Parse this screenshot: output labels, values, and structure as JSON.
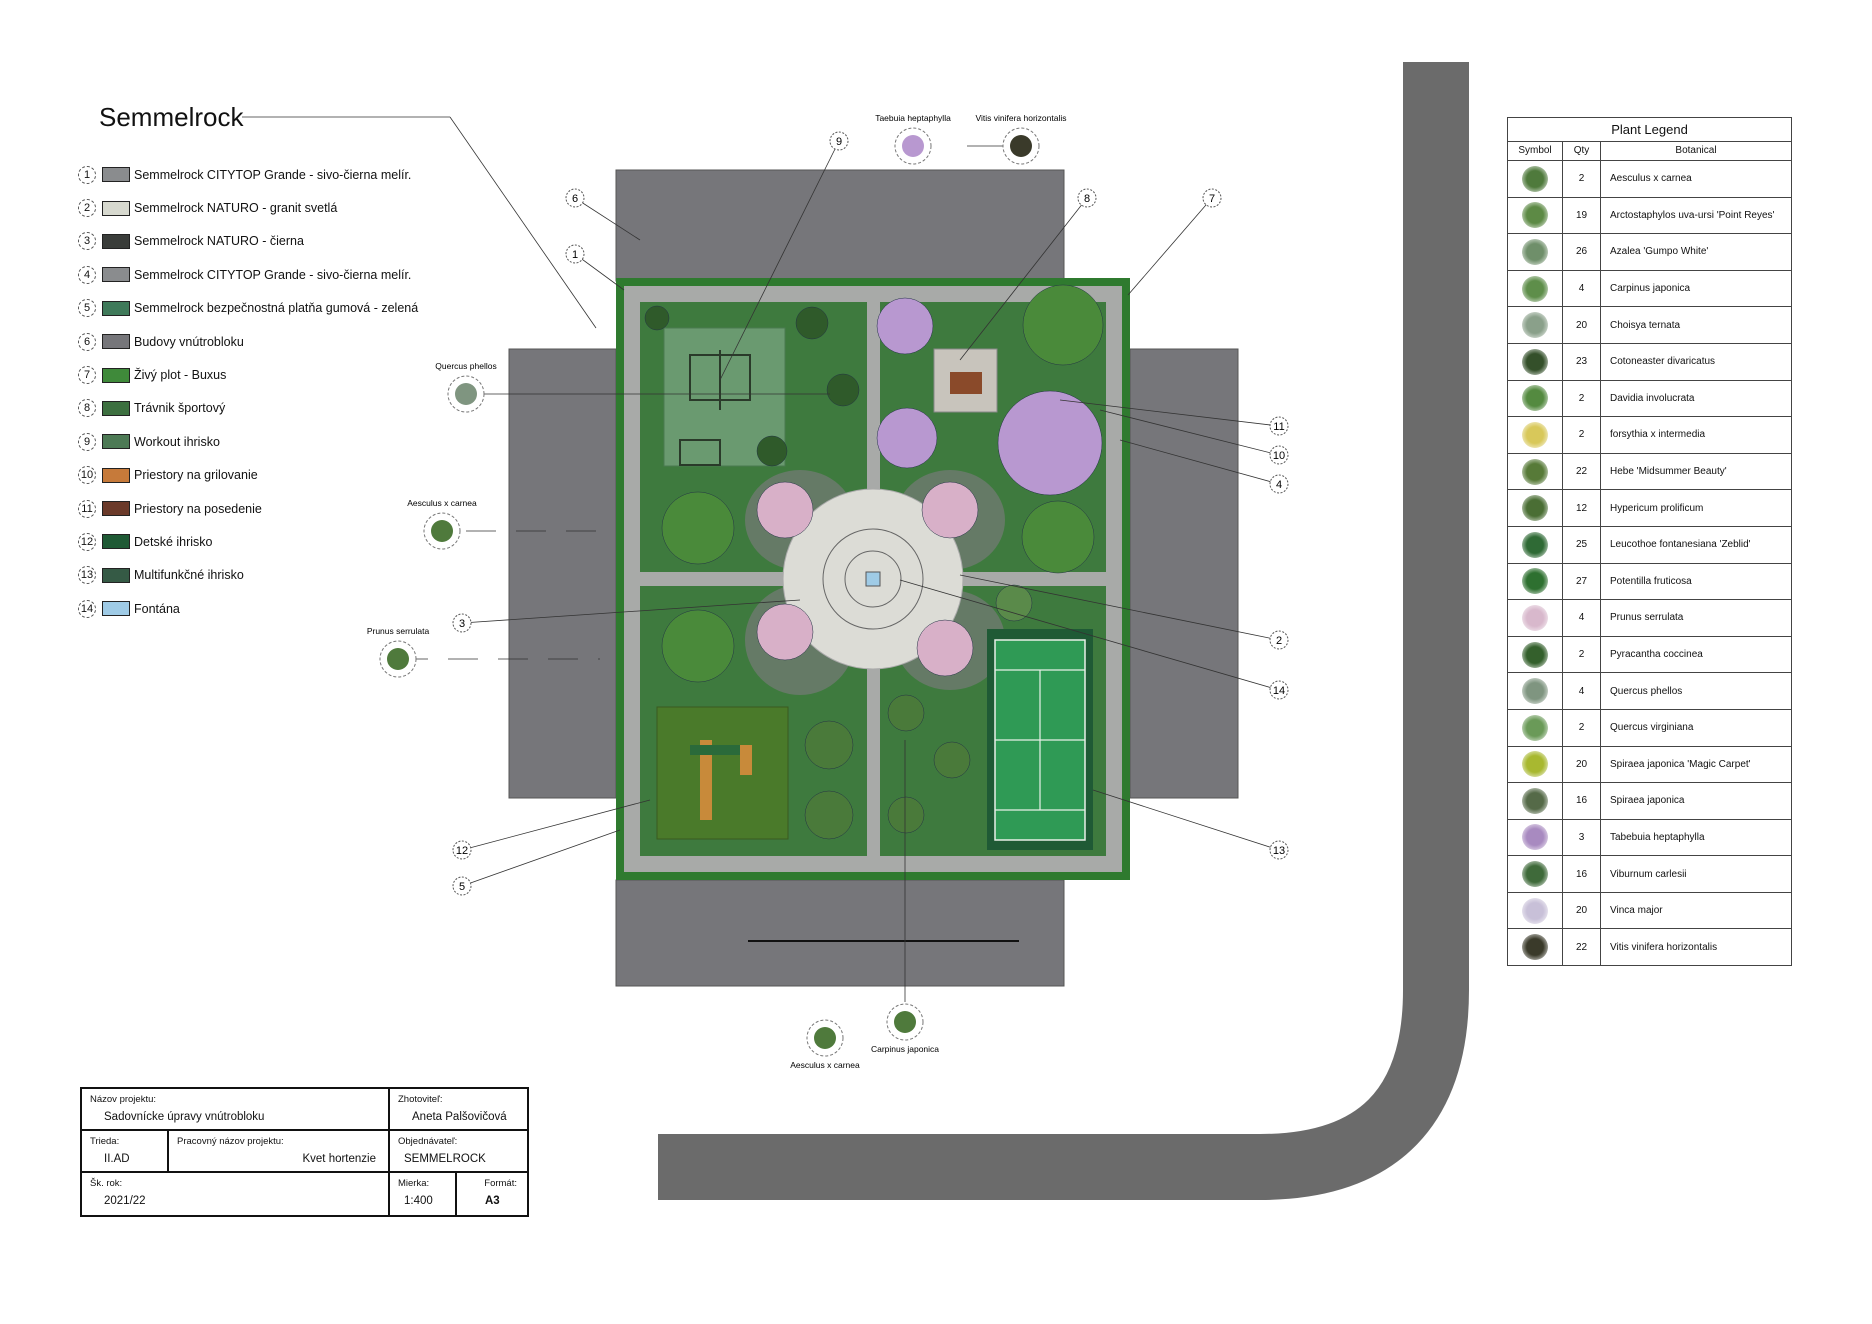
{
  "title": "Semmelrock",
  "materials": [
    {
      "n": "1",
      "label": "Semmelrock CITYTOP Grande - sivo-čierna melír.",
      "color": "#8a8c8e"
    },
    {
      "n": "2",
      "label": "Semmelrock NATURO - granit svetlá",
      "color": "#d7d9cf"
    },
    {
      "n": "3",
      "label": "Semmelrock NATURO - čierna",
      "color": "#3a3d3a"
    },
    {
      "n": "4",
      "label": "Semmelrock CITYTOP Grande - sivo-čierna melír.",
      "color": "#8a8c8e"
    },
    {
      "n": "5",
      "label": "Semmelrock bezpečnostná platňa gumová - zelená",
      "color": "#3f7a5a"
    },
    {
      "n": "6",
      "label": "Budovy vnútrobloku",
      "color": "#76767a"
    },
    {
      "n": "7",
      "label": "Živý plot - Buxus",
      "color": "#3f8a3a"
    },
    {
      "n": "8",
      "label": "Trávnik športový",
      "color": "#3d7040"
    },
    {
      "n": "9",
      "label": "Workout ihrisko",
      "color": "#4d7a55"
    },
    {
      "n": "10",
      "label": "Priestory na grilovanie",
      "color": "#c67a3a"
    },
    {
      "n": "11",
      "label": "Priestory na posedenie",
      "color": "#6b3a2a"
    },
    {
      "n": "12",
      "label": "Detské ihrisko",
      "color": "#1f5a35"
    },
    {
      "n": "13",
      "label": "Multifunkčné ihrisko",
      "color": "#355a45"
    },
    {
      "n": "14",
      "label": "Fontána",
      "color": "#9fcbe6"
    }
  ],
  "plant_legend": {
    "title": "Plant Legend",
    "headers": {
      "symbol": "Symbol",
      "qty": "Qty",
      "botanical": "Botanical"
    },
    "rows": [
      {
        "qty": "2",
        "name": "Aesculus x carnea",
        "color": "#4f7a3c"
      },
      {
        "qty": "19",
        "name": "Arctostaphylos uva-ursi 'Point Reyes'",
        "color": "#5d8a45"
      },
      {
        "qty": "26",
        "name": "Azalea 'Gumpo White'",
        "color": "#6f8f6a"
      },
      {
        "qty": "4",
        "name": "Carpinus japonica",
        "color": "#5e8e4a"
      },
      {
        "qty": "20",
        "name": "Choisya ternata",
        "color": "#8aa08a"
      },
      {
        "qty": "23",
        "name": "Cotoneaster divaricatus",
        "color": "#34502a"
      },
      {
        "qty": "2",
        "name": "Davidia involucrata",
        "color": "#548a40"
      },
      {
        "qty": "2",
        "name": "forsythia x intermedia",
        "color": "#d8c85a"
      },
      {
        "qty": "22",
        "name": "Hebe 'Midsummer Beauty'",
        "color": "#577a38"
      },
      {
        "qty": "12",
        "name": "Hypericum prolificum",
        "color": "#4a6e34"
      },
      {
        "qty": "25",
        "name": "Leucothoe fontanesiana 'Zeblid'",
        "color": "#2f6a35"
      },
      {
        "qty": "27",
        "name": "Potentilla fruticosa",
        "color": "#2e7030"
      },
      {
        "qty": "4",
        "name": "Prunus serrulata",
        "color": "#d8b8cc"
      },
      {
        "qty": "2",
        "name": "Pyracantha coccinea",
        "color": "#34602c"
      },
      {
        "qty": "4",
        "name": "Quercus phellos",
        "color": "#7f9580"
      },
      {
        "qty": "2",
        "name": "Quercus virginiana",
        "color": "#6a9a58"
      },
      {
        "qty": "20",
        "name": "Spiraea japonica 'Magic Carpet'",
        "color": "#a8b830"
      },
      {
        "qty": "16",
        "name": "Spiraea japonica",
        "color": "#556a48"
      },
      {
        "qty": "3",
        "name": "Tabebuia heptaphylla",
        "color": "#a88ac0"
      },
      {
        "qty": "16",
        "name": "Viburnum carlesii",
        "color": "#3f6a3a"
      },
      {
        "qty": "20",
        "name": "Vinca major",
        "color": "#c8c0d8"
      },
      {
        "qty": "22",
        "name": "Vitis vinifera horizontalis",
        "color": "#3a3a2a"
      }
    ]
  },
  "plan_labels": {
    "taebuia": "Taebuia heptaphylla",
    "vitis": "Vitis vinifera horizontalis",
    "quercus": "Quercus phellos",
    "aesculus_left": "Aesculus x carnea",
    "prunus": "Prunus serrulata",
    "aesculus_bottom": "Aesculus x carnea",
    "carpinus": "Carpinus japonica"
  },
  "callouts": {
    "c1": "1",
    "c2": "2",
    "c3": "3",
    "c4": "4",
    "c5": "5",
    "c6": "6",
    "c7": "7",
    "c8": "8",
    "c9": "9",
    "c10": "10",
    "c11": "11",
    "c12": "12",
    "c13": "13",
    "c14": "14"
  },
  "title_block": {
    "project_label": "Názov projektu:",
    "project": "Sadovnícke úpravy vnútrobloku",
    "author_label": "Zhotoviteľ:",
    "author": "Aneta Palšovičová",
    "class_label": "Trieda:",
    "class": "II.AD",
    "working_label": "Pracovný názov projektu:",
    "working": "Kvet hortenzie",
    "client_label": "Objednávateľ:",
    "client": "SEMMELROCK",
    "year_label": "Šk. rok:",
    "year": "2021/22",
    "scale_label": "Mierka:",
    "scale": "1:400",
    "format_label": "Formát:",
    "format": "A3"
  },
  "colors": {
    "building": "#76767a",
    "road": "#6b6b6b",
    "grass": "#3e7a3e",
    "path": "#a8aaa8",
    "hedge": "#2f7a2f",
    "court": "#2f9a55",
    "plaza": "#dcdcd6"
  }
}
